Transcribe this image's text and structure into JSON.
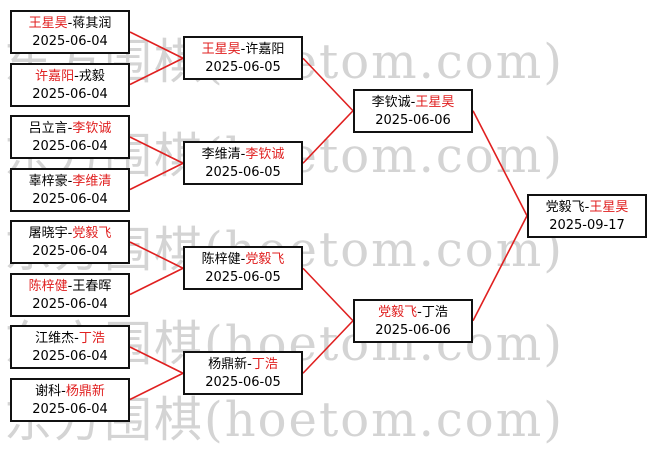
{
  "colors": {
    "winner": "#e02020",
    "text": "#000000",
    "line": "#e02020",
    "border": "#111111"
  },
  "watermark": {
    "text": "东方围棋(hoetom.com)"
  },
  "rounds": [
    {
      "name": "round1",
      "matches": [
        {
          "p1": "王星昊",
          "p2": "蒋其润",
          "winner": 1,
          "date": "2025-06-04"
        },
        {
          "p1": "许嘉阳",
          "p2": "戎毅",
          "winner": 1,
          "date": "2025-06-04"
        },
        {
          "p1": "吕立言",
          "p2": "李钦诚",
          "winner": 2,
          "date": "2025-06-04"
        },
        {
          "p1": "辜梓豪",
          "p2": "李维清",
          "winner": 2,
          "date": "2025-06-04"
        },
        {
          "p1": "屠晓宇",
          "p2": "党毅飞",
          "winner": 2,
          "date": "2025-06-04"
        },
        {
          "p1": "陈梓健",
          "p2": "王春晖",
          "winner": 1,
          "date": "2025-06-04"
        },
        {
          "p1": "江维杰",
          "p2": "丁浩",
          "winner": 2,
          "date": "2025-06-04"
        },
        {
          "p1": "谢科",
          "p2": "杨鼎新",
          "winner": 2,
          "date": "2025-06-04"
        }
      ]
    },
    {
      "name": "round2",
      "matches": [
        {
          "p1": "王星昊",
          "p2": "许嘉阳",
          "winner": 1,
          "date": "2025-06-05"
        },
        {
          "p1": "李维清",
          "p2": "李钦诚",
          "winner": 2,
          "date": "2025-06-05"
        },
        {
          "p1": "陈梓健",
          "p2": "党毅飞",
          "winner": 2,
          "date": "2025-06-05"
        },
        {
          "p1": "杨鼎新",
          "p2": "丁浩",
          "winner": 2,
          "date": "2025-06-05"
        }
      ]
    },
    {
      "name": "semifinal",
      "matches": [
        {
          "p1": "李钦诚",
          "p2": "王星昊",
          "winner": 2,
          "date": "2025-06-06"
        },
        {
          "p1": "党毅飞",
          "p2": "丁浩",
          "winner": 1,
          "date": "2025-06-06"
        }
      ]
    },
    {
      "name": "final",
      "matches": [
        {
          "p1": "党毅飞",
          "p2": "王星昊",
          "winner": 2,
          "date": "2025-09-17"
        }
      ]
    }
  ]
}
